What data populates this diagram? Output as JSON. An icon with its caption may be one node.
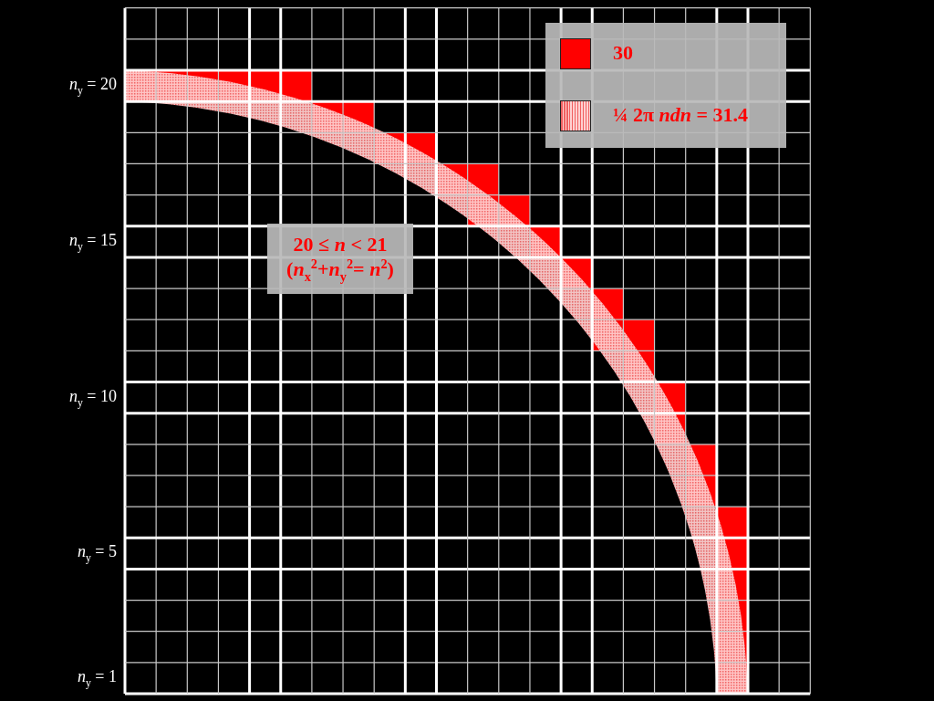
{
  "diagram": {
    "nodes": [
      {
        "text": [
          "20 ≤ *n* < 21",
          "(*n*$_{x}$$^{2}$+*n*$_{y}$$^{2}$= *n*$^{2}$)"
        ]
      }
    ],
    "edges": [],
    "labels": [
      "*n*$_{y}$ = 20",
      "*n*$_{y}$ = 15",
      "*n*$_{y}$ = 10",
      "*n*$_{y}$ = 5",
      "*n*$_{y}$ = 1"
    ],
    "legend": [
      {
        "text": "30",
        "color": "#ff0000"
      },
      {
        "text": "¼ 2π *ndn* = 31.4"
      }
    ]
  }
}
